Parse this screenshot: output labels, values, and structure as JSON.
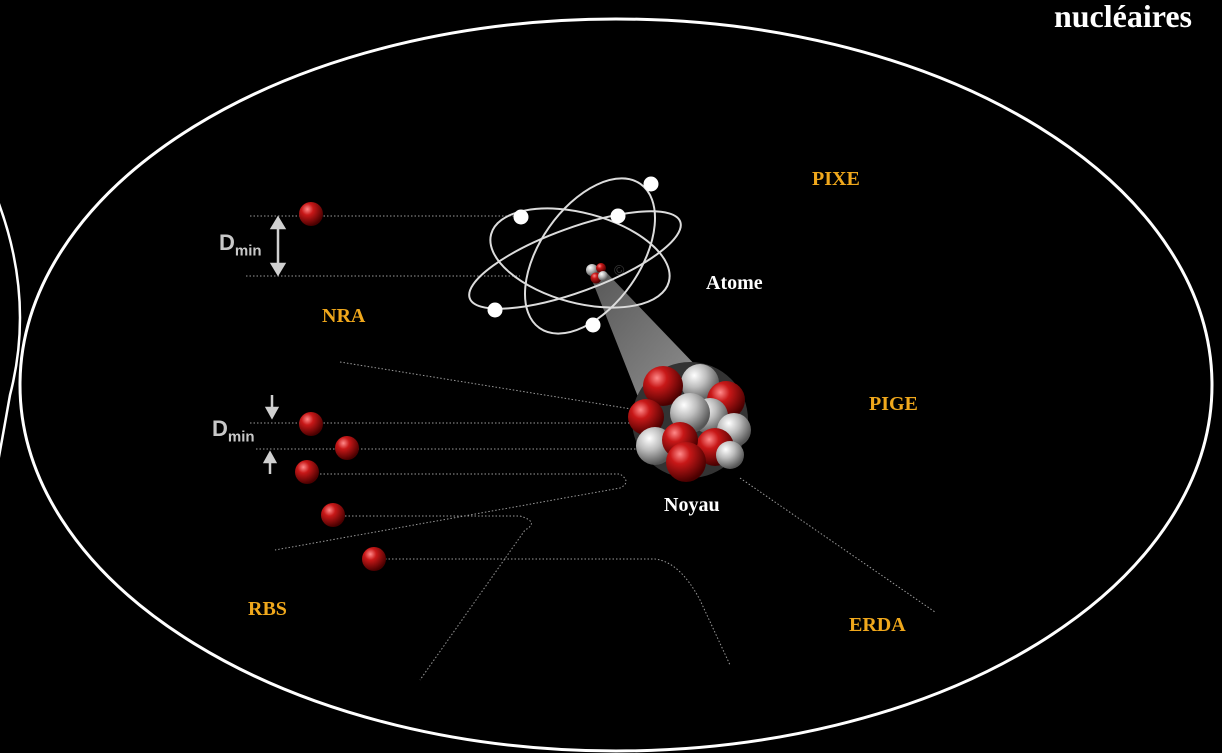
{
  "title": "nucléaires",
  "techniques": {
    "pixe": "PIXE",
    "pige": "PIGE",
    "nra": "NRA",
    "rbs": "RBS",
    "erda": "ERDA"
  },
  "labels": {
    "atome": "Atome",
    "noyau": "Noyau",
    "dmin_main": "D",
    "dmin_sub": "min"
  },
  "watermark": "©",
  "colors": {
    "background": "#000000",
    "technique_label": "#f0a81c",
    "particle": "#b01515",
    "nucleus_gray": "#c8c8c8"
  }
}
